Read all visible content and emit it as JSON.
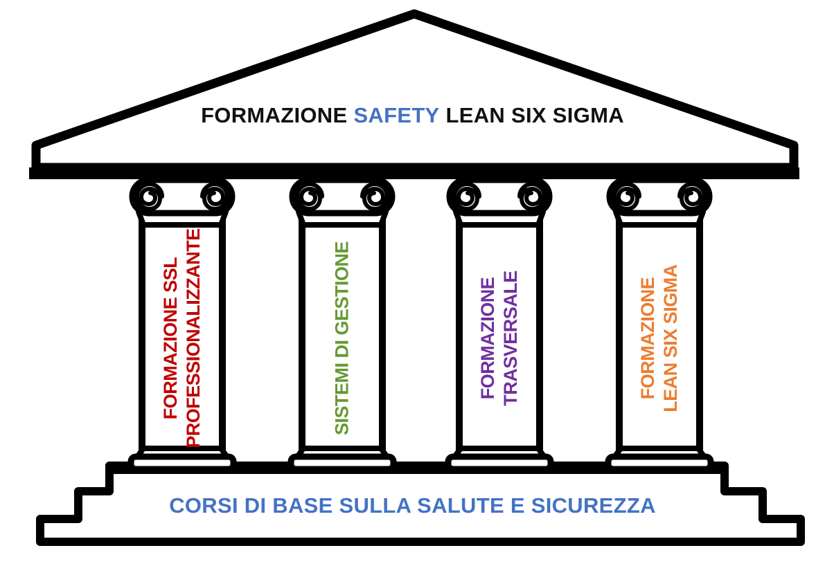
{
  "title": {
    "part1": "FORMAZIONE",
    "highlight": "SAFETY",
    "part2": "LEAN SIX SIGMA",
    "text_color": "#111111",
    "highlight_color": "#4472C4"
  },
  "pillars": [
    {
      "name": "formazione-ssl-professionalizzante",
      "lines": [
        "FORMAZIONE SSL",
        "PROFESSIONALIZZANTE"
      ],
      "color": "#C00000"
    },
    {
      "name": "sistemi-di-gestione",
      "lines": [
        "SISTEMI DI GESTIONE"
      ],
      "color": "#669933"
    },
    {
      "name": "formazione-trasversale",
      "lines": [
        "FORMAZIONE",
        "TRASVERSALE"
      ],
      "color": "#7030A0"
    },
    {
      "name": "formazione-lean-six-sigma",
      "lines": [
        "FORMAZIONE",
        "LEAN SIX SIGMA"
      ],
      "color": "#ED7D31"
    }
  ],
  "base": {
    "label": "CORSI DI BASE SULLA SALUTE E SICUREZZA",
    "color": "#4472C4"
  },
  "structure": {
    "color": "#000000",
    "background": "#ffffff"
  }
}
